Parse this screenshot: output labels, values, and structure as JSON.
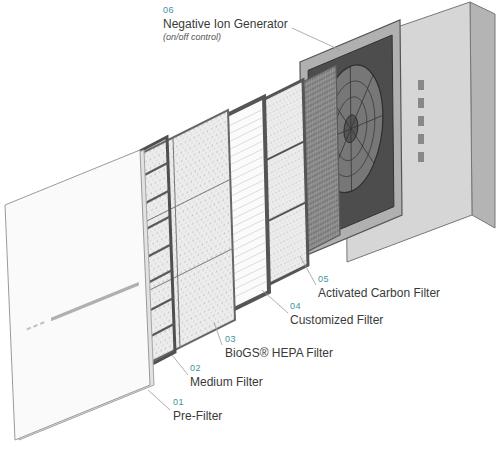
{
  "diagram": {
    "labels": [
      "06",
      "Negative Ion Generator",
      "(on/off control)",
      "05",
      "Activated Carbon Filter",
      "04",
      "Customized Filter",
      "03",
      "BioGS® HEPA Filter",
      "02",
      "Medium Filter",
      "01",
      "Pre-Filter"
    ]
  }
}
